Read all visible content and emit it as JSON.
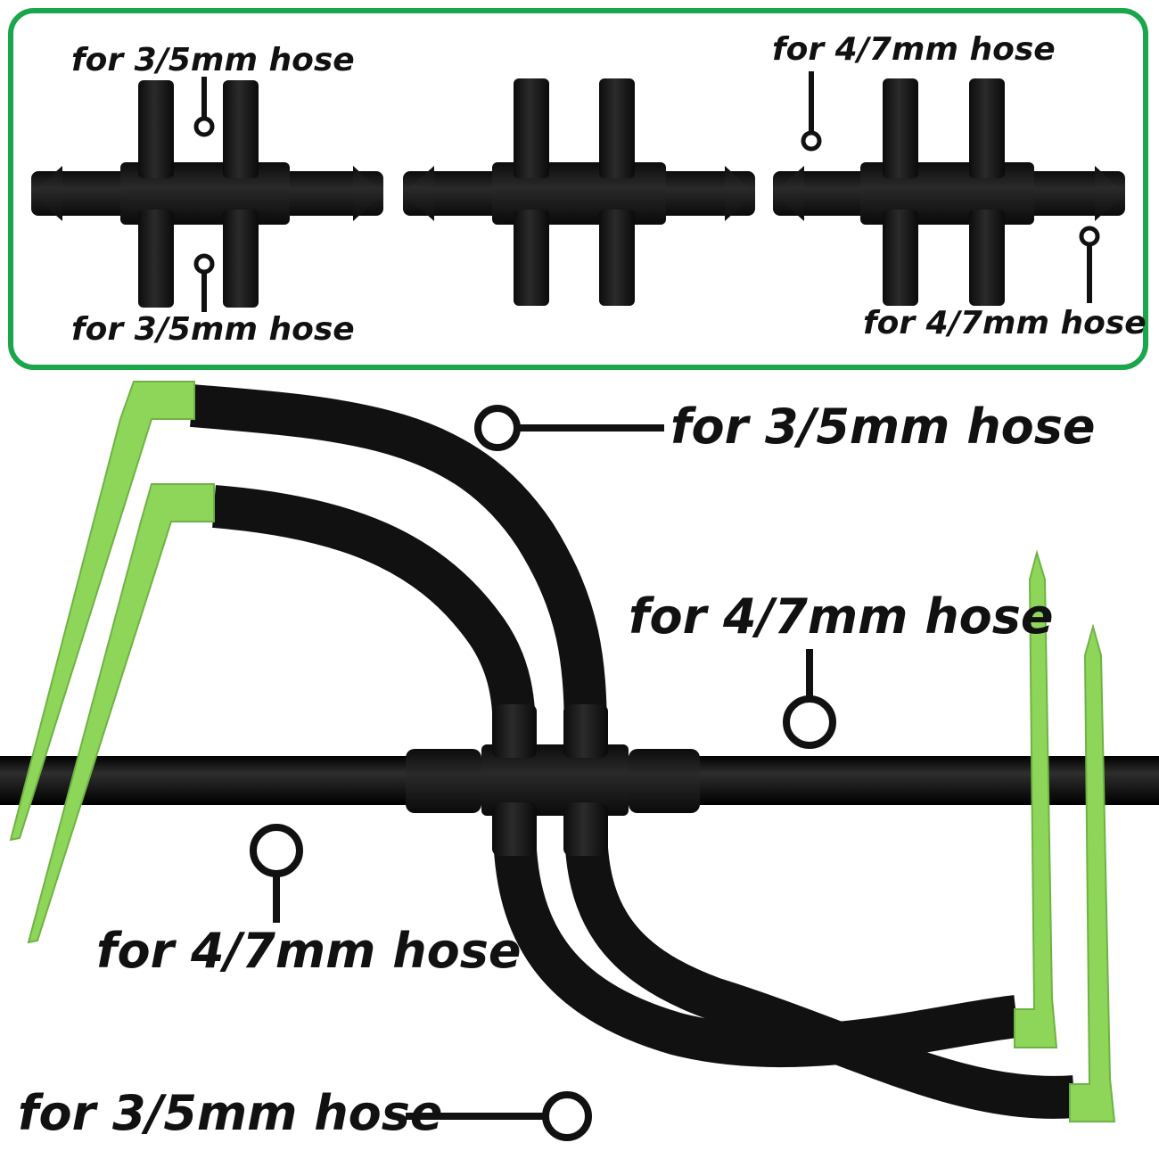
{
  "colors": {
    "panel_border": "#1aa64b",
    "fitting": "#1b1b1b",
    "hose": "#111111",
    "stake": "#8ed65a",
    "label": "#111111"
  },
  "panel": {
    "label_top_left": "for 3/5mm hose",
    "label_bottom_left": "for 3/5mm hose",
    "label_top_right": "for 4/7mm hose",
    "label_bottom_right": "for 4/7mm hose"
  },
  "scene": {
    "label_top": "for 3/5mm hose",
    "label_right": "for 4/7mm hose",
    "label_left": "for 4/7mm hose",
    "label_bottom": "for 3/5mm hose"
  },
  "icons": {
    "fittings": "four-way-connector",
    "stakes": "green-hose-stake",
    "callout": "ring-pointer"
  }
}
